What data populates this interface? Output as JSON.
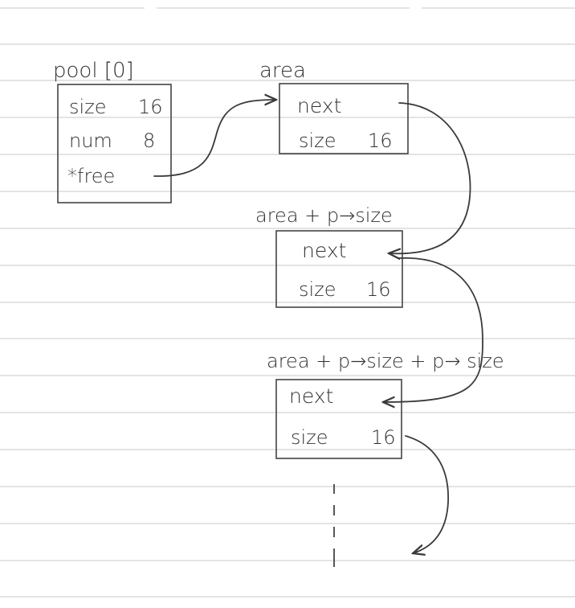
{
  "pool": {
    "title": "pool [0]",
    "fields": [
      {
        "name": "size",
        "value": "16"
      },
      {
        "name": "num",
        "value": "8"
      },
      {
        "name": "*free",
        "value": ""
      }
    ]
  },
  "nodes": [
    {
      "label": "area",
      "next": "next",
      "size_name": "size",
      "size_value": "16"
    },
    {
      "label": "area + p→size",
      "next": "next",
      "size_name": "size",
      "size_value": "16"
    },
    {
      "label": "area + p→size + p→ size",
      "next": "next",
      "size_name": "size",
      "size_value": "16"
    }
  ],
  "colors": {
    "ink": "#333333",
    "rule_line": "#c9c9c9",
    "paper": "#ffffff"
  }
}
